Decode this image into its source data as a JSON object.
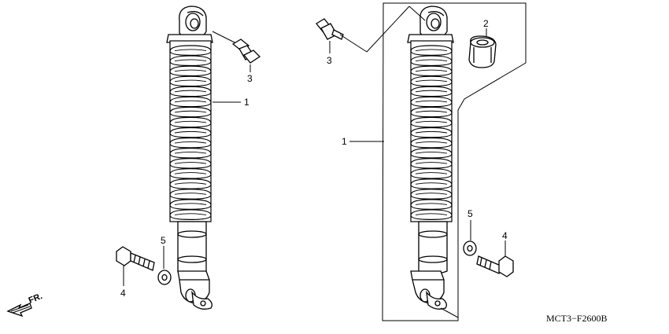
{
  "diagram_code": "MCT3−F2600B",
  "direction_label": "FR.",
  "callouts": [
    {
      "id": "c1",
      "label": "1"
    },
    {
      "id": "c3",
      "label": "3"
    },
    {
      "id": "c4",
      "label": "4"
    },
    {
      "id": "c5",
      "label": "5"
    },
    {
      "id": "c1b",
      "label": "1"
    },
    {
      "id": "c2",
      "label": "2"
    },
    {
      "id": "c3b",
      "label": "3"
    },
    {
      "id": "c4b",
      "label": "4"
    },
    {
      "id": "c5b",
      "label": "5"
    }
  ],
  "icons": [
    "front-direction-arrow-icon"
  ]
}
